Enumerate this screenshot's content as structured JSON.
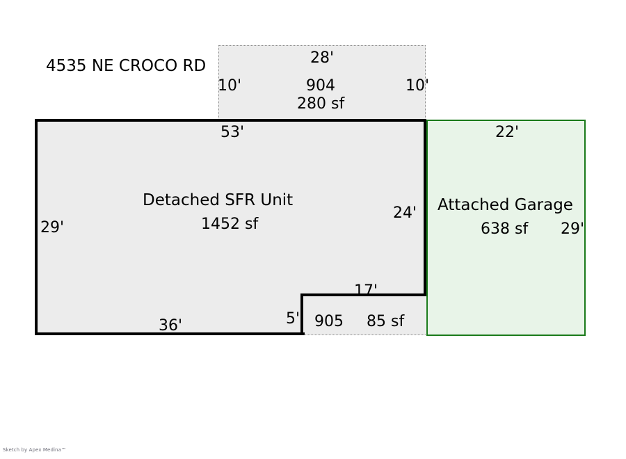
{
  "sketch": {
    "address": "4535 NE CROCO RD",
    "watermark": "Sketch by Apex Medina™",
    "colors": {
      "living_fill": "#ececec",
      "garage_fill": "#e8f4e8",
      "garage_stroke": "#1a7a1a",
      "wall_stroke": "#000000",
      "dotted_stroke": "#8a8a8a"
    },
    "areas": [
      {
        "code": "904",
        "name": "",
        "area_label": "280 sf",
        "area_sf": 280,
        "style": "dotted",
        "dimensions": {
          "top": "28'",
          "left": "10'",
          "right": "10'"
        }
      },
      {
        "code": "",
        "name": "Detached SFR Unit",
        "area_label": "1452 sf",
        "area_sf": 1452,
        "style": "solid",
        "dimensions": {
          "top": "53'",
          "left": "29'",
          "right": "24'",
          "bottom": "36'"
        }
      },
      {
        "code": "905",
        "name": "",
        "area_label": "85 sf",
        "area_sf": 85,
        "style": "mixed",
        "dimensions": {
          "top": "17'",
          "left": "5'"
        }
      },
      {
        "code": "",
        "name": "Attached Garage",
        "area_label": "638 sf",
        "area_sf": 638,
        "style": "green",
        "dimensions": {
          "top": "22'",
          "right": "29'"
        }
      }
    ]
  }
}
